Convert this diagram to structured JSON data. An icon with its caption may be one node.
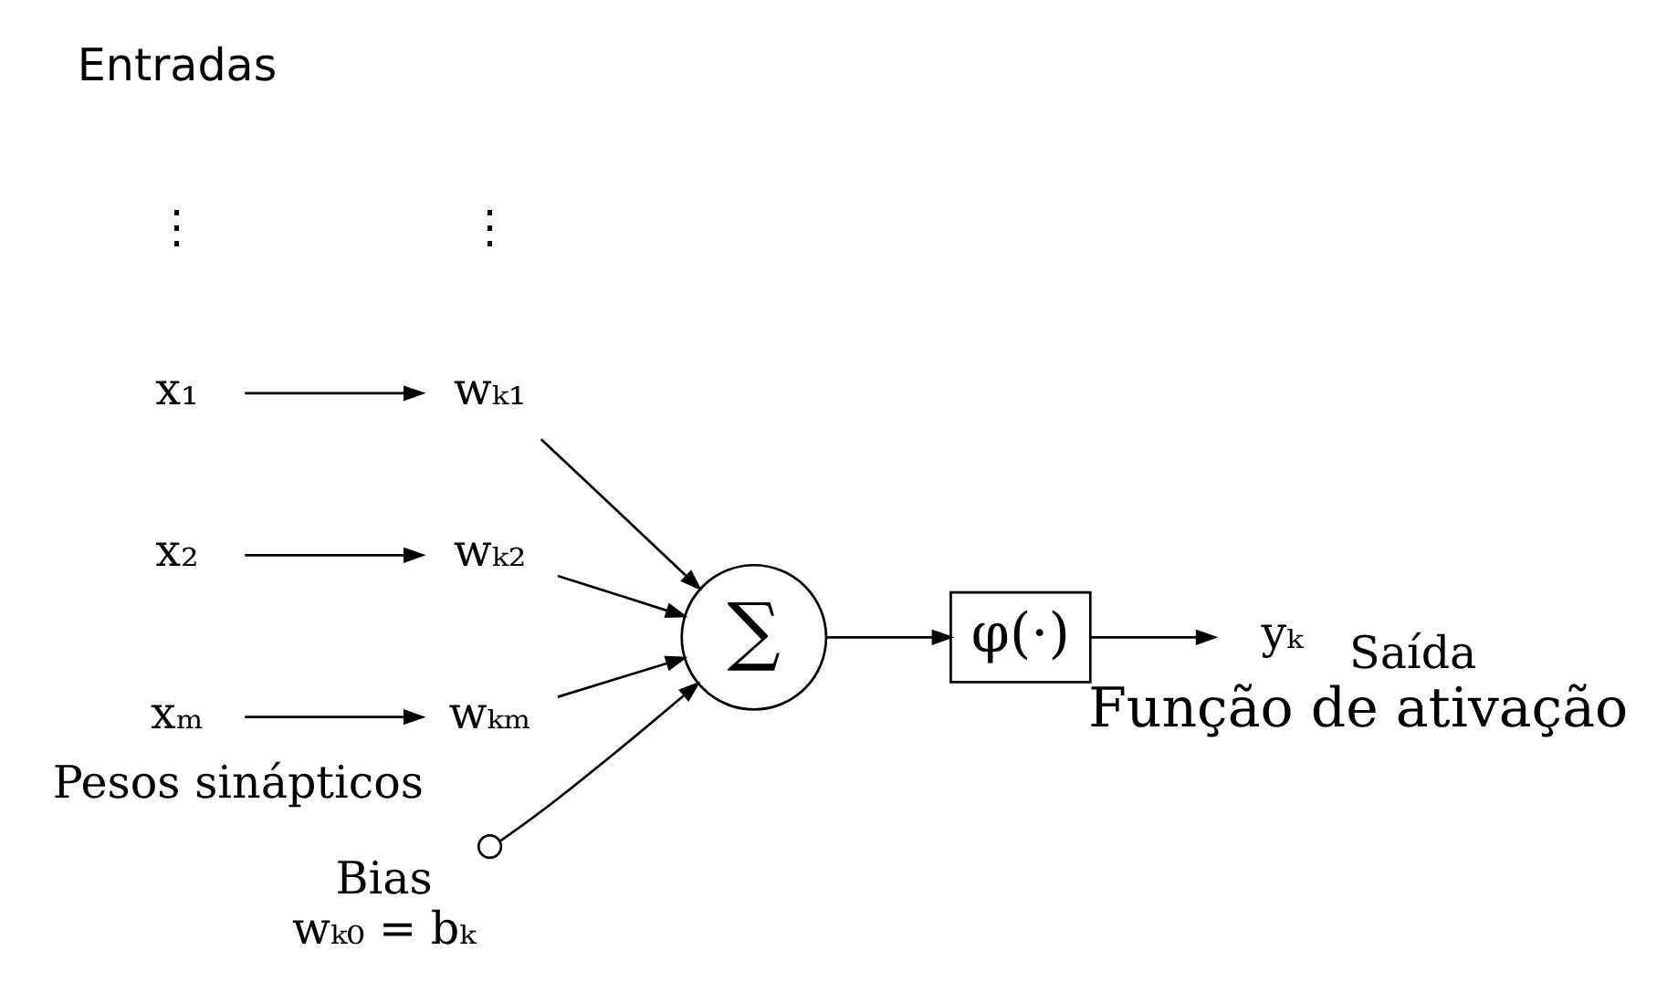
{
  "diagram": {
    "nodes": [
      {
        "text": [
          "x₁"
        ]
      },
      {
        "text": [
          "wₖ₁"
        ]
      },
      {
        "text": [
          "x₂"
        ]
      },
      {
        "text": [
          "wₖ₂"
        ]
      },
      {
        "text": [
          "⋮"
        ]
      },
      {
        "text": [
          "⋮"
        ]
      },
      {
        "text": [
          "xₘ"
        ]
      },
      {
        "text": [
          "wₖₘ"
        ],
        "beside": [
          "Pesos sinápticos"
        ]
      },
      {
        "text": [],
        "shape": "circle",
        "beside": [
          "Bias",
          "wₖ₀ = bₖ"
        ]
      },
      {
        "text": [
          "∑"
        ]
      },
      {
        "text": [
          "φ(·)"
        ],
        "beside": [
          "Função de ativação"
        ]
      },
      {
        "text": [
          "yₖ"
        ],
        "beside": [
          "Saída"
        ]
      }
    ],
    "edges": [
      {
        "from": 0,
        "to": 1,
        "arrow": "to"
      },
      {
        "from": 2,
        "to": 3,
        "arrow": "to"
      },
      {
        "from": 6,
        "to": 7,
        "arrow": "to"
      },
      {
        "from": 1,
        "to": 9,
        "arrow": "to"
      },
      {
        "from": 3,
        "to": 9,
        "arrow": "to"
      },
      {
        "from": 7,
        "to": 9,
        "arrow": "to"
      },
      {
        "from": 8,
        "to": 9,
        "arrow": "to"
      },
      {
        "from": 9,
        "to": 10,
        "arrow": "to"
      },
      {
        "from": 10,
        "to": 11,
        "arrow": "to"
      }
    ],
    "labels": [
      "Entradas"
    ]
  }
}
